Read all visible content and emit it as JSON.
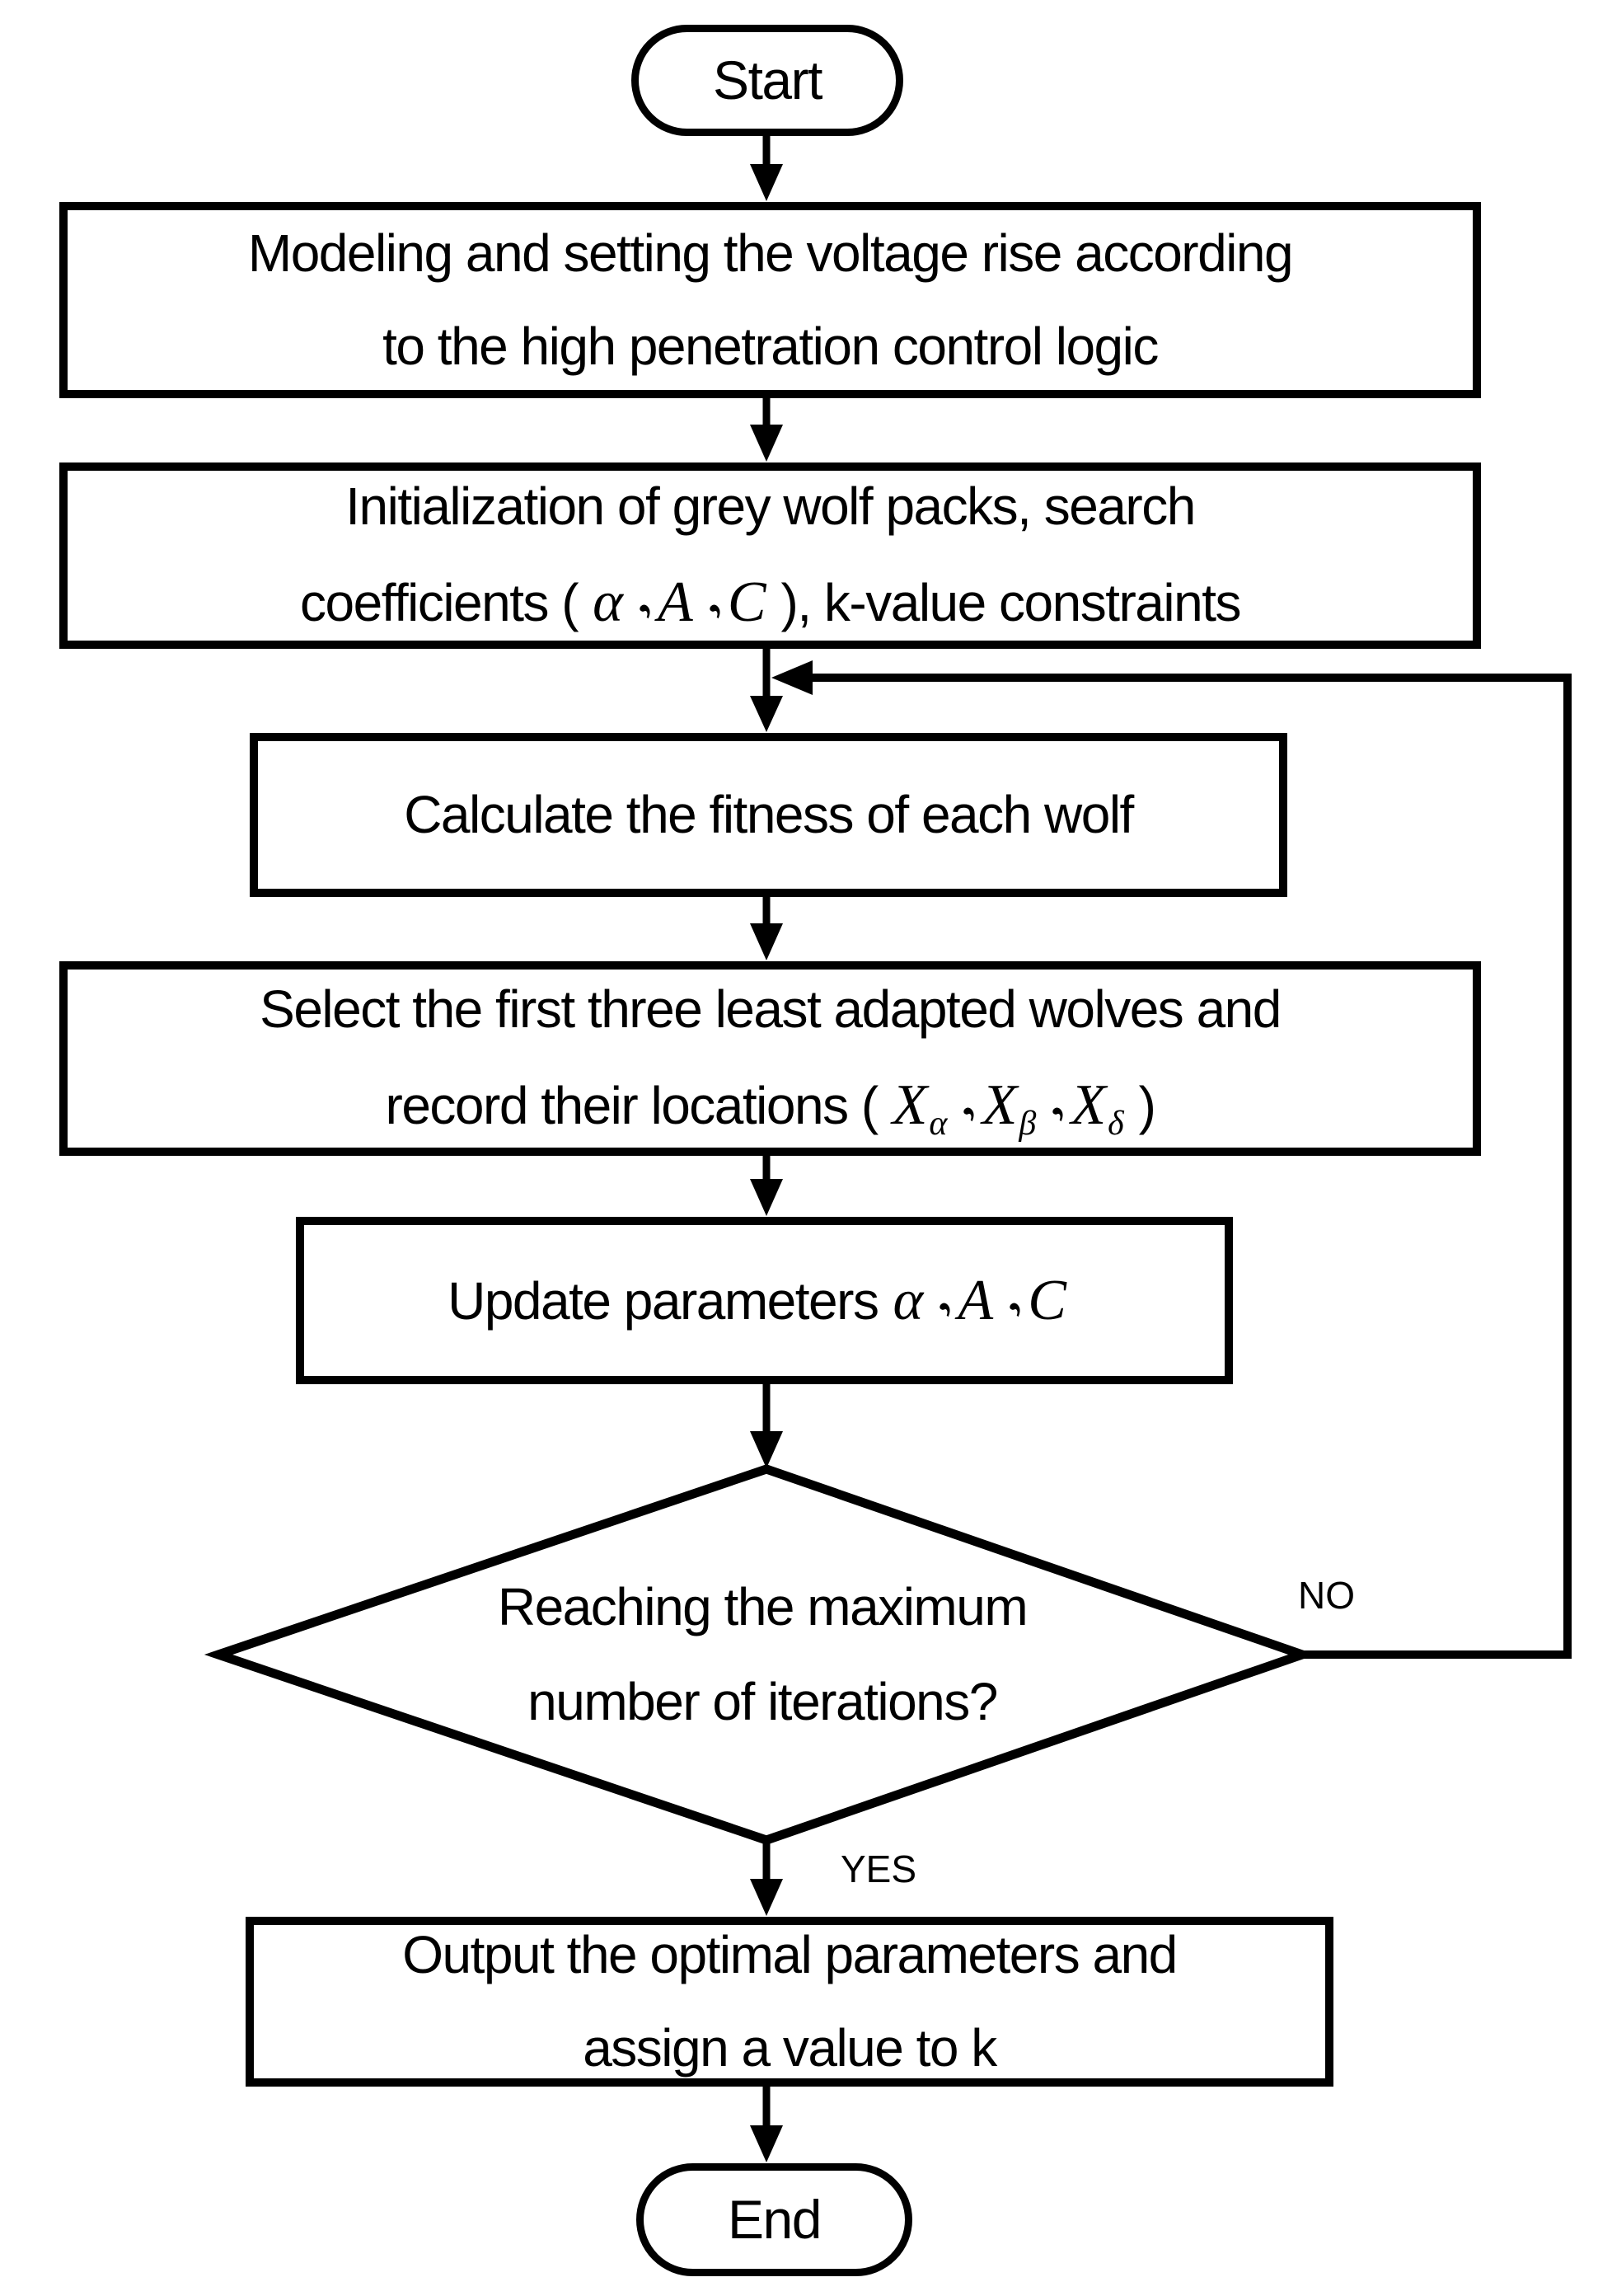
{
  "nodes": {
    "start": {
      "label": "Start"
    },
    "modeling": {
      "line1": "Modeling and setting the voltage rise according",
      "line2": "to the high penetration control logic"
    },
    "init": {
      "line1": "Initialization of grey wolf packs, search",
      "line2_pre": "coefficients (",
      "params": [
        "α",
        "A",
        "C"
      ],
      "sep": "、",
      "line2_post": "), k-value constraints"
    },
    "fitness": {
      "label": "Calculate the fitness of each wolf"
    },
    "select": {
      "line1": "Select the first three least adapted wolves and",
      "line2_pre": "record their locations (",
      "wolves": [
        {
          "base": "X",
          "sub": "α"
        },
        {
          "base": "X",
          "sub": "β"
        },
        {
          "base": "X",
          "sub": "δ"
        }
      ],
      "sep": "、",
      "line2_post": ")"
    },
    "update": {
      "pre": "Update parameters",
      "params": [
        "α",
        "A",
        "C"
      ],
      "sep": "、"
    },
    "decision": {
      "line1": "Reaching the maximum",
      "line2": "number of iterations?"
    },
    "output": {
      "line1": "Output the optimal parameters and",
      "line2": "assign a value to k"
    },
    "end": {
      "label": "End"
    }
  },
  "edges": {
    "no_label": "NO",
    "yes_label": "YES"
  },
  "colors": {
    "stroke": "#000000",
    "background": "#ffffff",
    "text": "#000000"
  }
}
